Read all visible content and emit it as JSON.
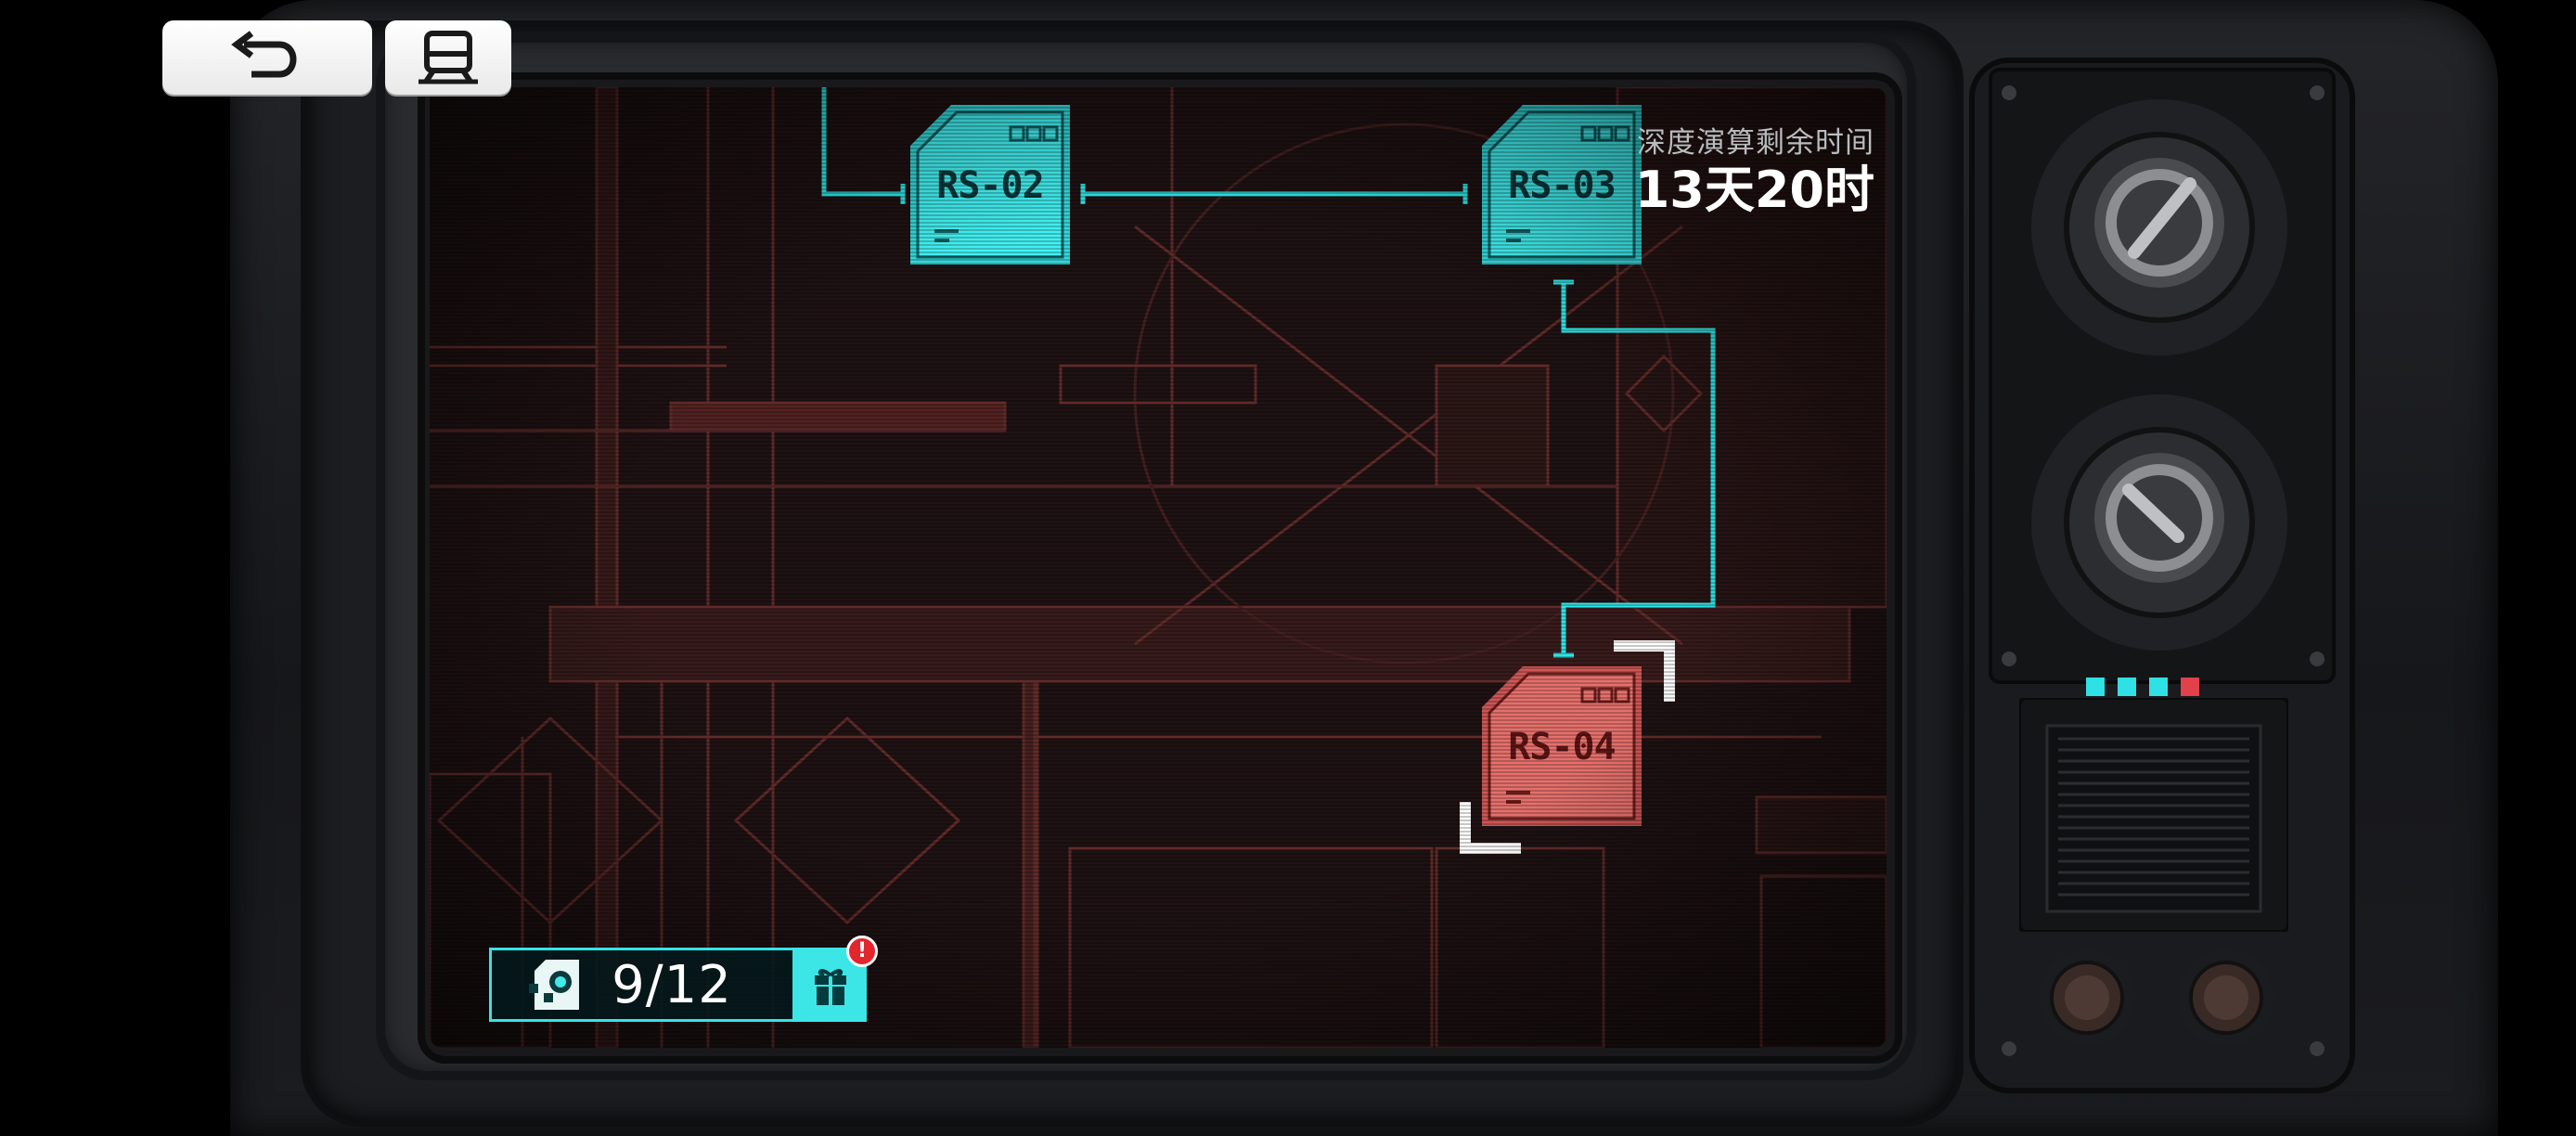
{
  "top_bar": {
    "back_icon": "return-arrow-icon",
    "train_icon": "train-icon"
  },
  "map": {
    "nodes": [
      {
        "id": "RS-02",
        "label": "RS-02",
        "state": "cleared",
        "color": "#36e6e8"
      },
      {
        "id": "RS-03",
        "label": "RS-03",
        "state": "cleared",
        "color": "#36e6e8"
      },
      {
        "id": "RS-04",
        "label": "RS-04",
        "state": "current",
        "color": "#e05b5b"
      }
    ],
    "link_color": "#2fe4e6"
  },
  "timer": {
    "label": "深度演算剩余时间",
    "value": "13天20时"
  },
  "progress": {
    "icon": "data-chip-icon",
    "count": "9/12",
    "reward_icon": "gift-icon",
    "alert": "!"
  },
  "indicator_lights": [
    "#2fe0e4",
    "#2fe0e4",
    "#2fe0e4",
    "#e0414a"
  ]
}
